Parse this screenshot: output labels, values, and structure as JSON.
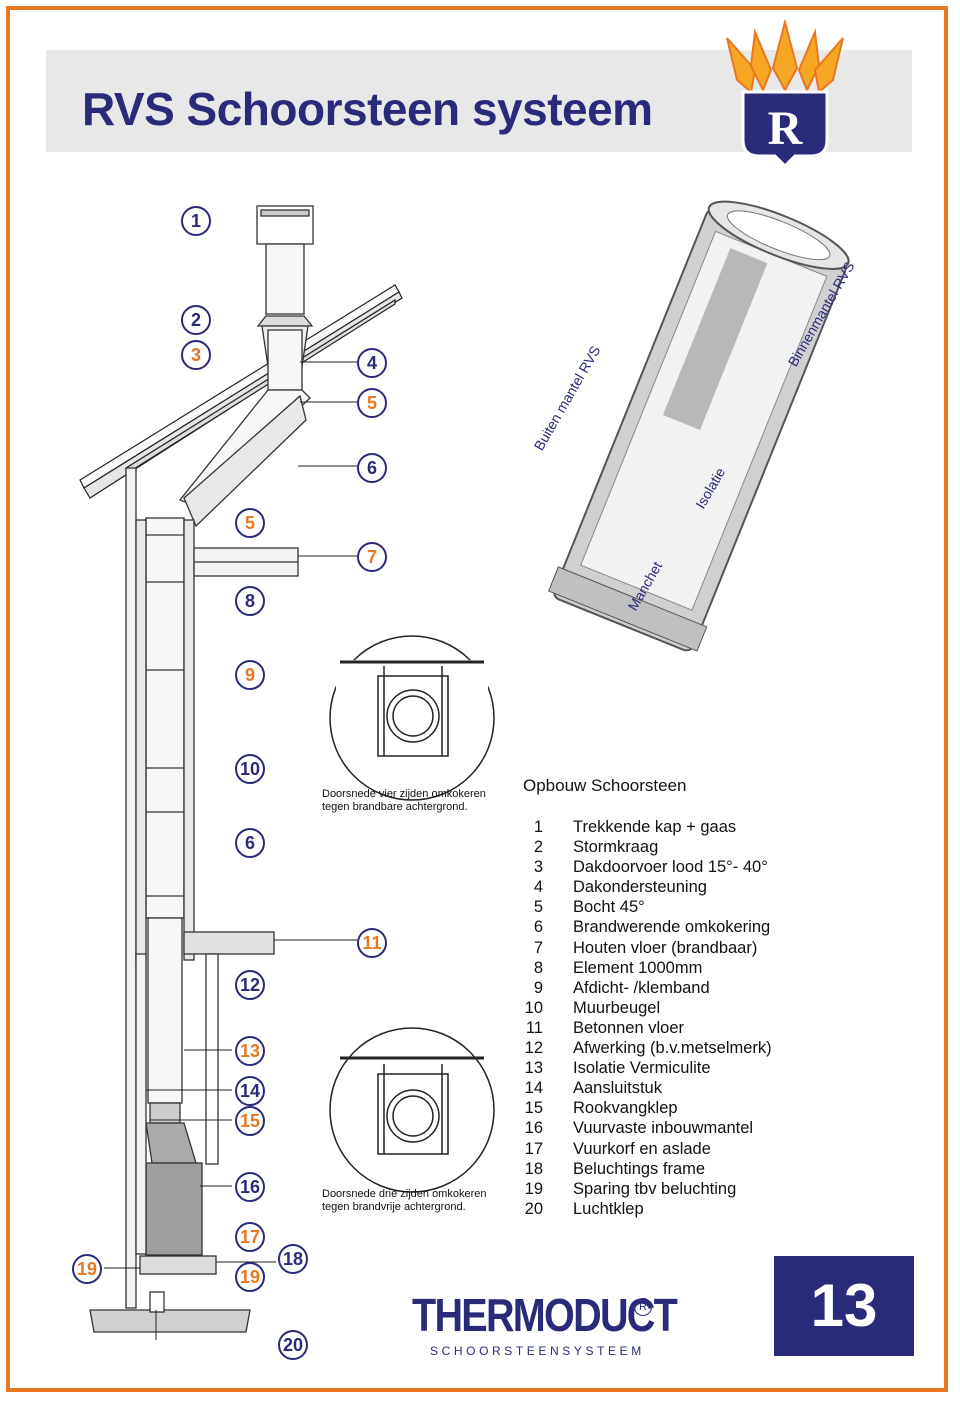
{
  "header": {
    "title": "RVS Schoorsteen systeem",
    "logo_letter": "R"
  },
  "callouts": {
    "c1": "1",
    "c2": "2",
    "c3": "3",
    "c4": "4",
    "c5a": "5",
    "c6a": "6",
    "c5b": "5",
    "c7": "7",
    "c8": "8",
    "c9": "9",
    "c10": "10",
    "c6b": "6",
    "c11": "11",
    "c12": "12",
    "c13": "13",
    "c14": "14",
    "c15": "15",
    "c16": "16",
    "c17": "17",
    "c19a": "19",
    "c18": "18",
    "c19b": "19",
    "c20": "20"
  },
  "pipe_labels": {
    "outer": "Buiten mantel RVS",
    "inner": "Binnenmantel RVS",
    "insulation": "Isolatie",
    "sleeve": "Manchet"
  },
  "sections": {
    "four_sides_line1": "Doorsnede vier zijden omkokeren",
    "four_sides_line2": "tegen brandbare achtergrond.",
    "three_sides_line1": "Doorsnede drie zijden omkokeren",
    "three_sides_line2": "tegen brandvrije achtergrond."
  },
  "legend": {
    "title": "Opbouw Schoorsteen",
    "items": [
      {
        "num": "1",
        "text": "Trekkende kap + gaas"
      },
      {
        "num": "2",
        "text": "Stormkraag"
      },
      {
        "num": "3",
        "text": "Dakdoorvoer lood 15°- 40°"
      },
      {
        "num": "4",
        "text": "Dakondersteuning"
      },
      {
        "num": "5",
        "text": "Bocht 45°"
      },
      {
        "num": "6",
        "text": "Brandwerende omkokering"
      },
      {
        "num": "7",
        "text": "Houten vloer (brandbaar)"
      },
      {
        "num": "8",
        "text": "Element 1000mm"
      },
      {
        "num": "9",
        "text": "Afdicht- /klemband"
      },
      {
        "num": "10",
        "text": "Muurbeugel"
      },
      {
        "num": "11",
        "text": "Betonnen vloer"
      },
      {
        "num": "12",
        "text": "Afwerking (b.v.metselmerk)"
      },
      {
        "num": "13",
        "text": "Isolatie Vermiculite"
      },
      {
        "num": "14",
        "text": "Aansluitstuk"
      },
      {
        "num": "15",
        "text": "Rookvangklep"
      },
      {
        "num": "16",
        "text": "Vuurvaste inbouwmantel"
      },
      {
        "num": "17",
        "text": "Vuurkorf en aslade"
      },
      {
        "num": "18",
        "text": "Beluchtings frame"
      },
      {
        "num": "19",
        "text": "Sparing tbv beluchting"
      },
      {
        "num": "20",
        "text": "Luchtklep"
      }
    ]
  },
  "brand": {
    "name": "THERMODUCT",
    "registered": "R",
    "tagline": "SCHOORSTEENSYSTEEM"
  },
  "page_number": "13",
  "colors": {
    "frame": "#e87722",
    "navy": "#2a2a7a",
    "title_bar": "#e8e8e8"
  }
}
